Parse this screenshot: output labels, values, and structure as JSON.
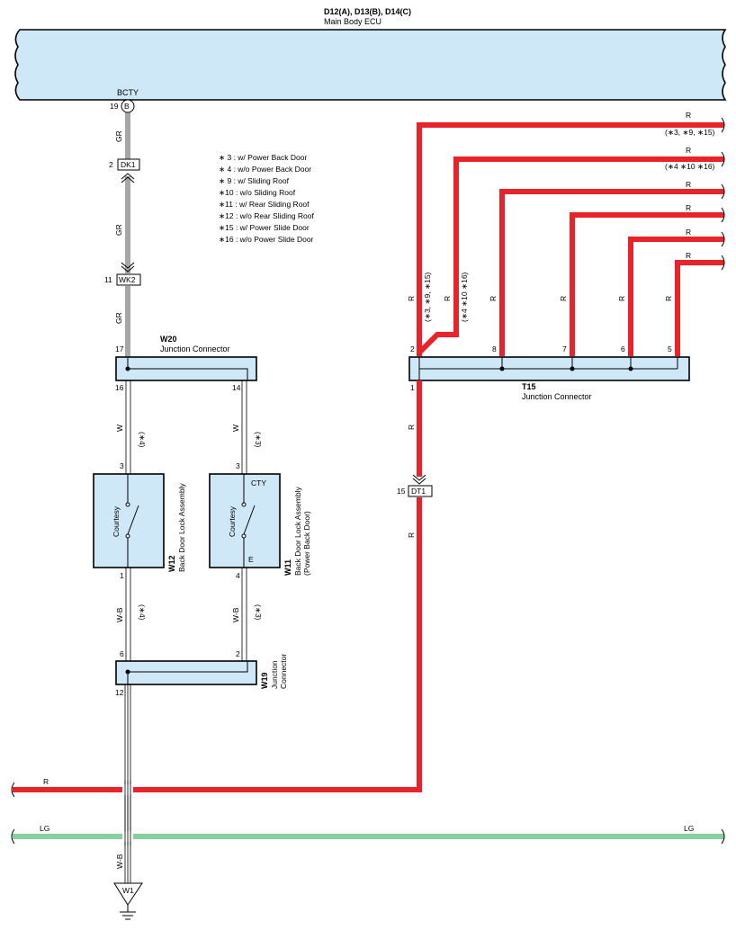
{
  "ecu": {
    "title": "D12(A), D13(B), D14(C)",
    "subtitle": "Main Body ECU",
    "terminal_name": "BCTY",
    "terminal_pin": "19",
    "terminal_letter": "B"
  },
  "connectors": {
    "dk1": {
      "pin": "2",
      "label": "DK1"
    },
    "wk2": {
      "pin": "11",
      "label": "WK2"
    },
    "dt1": {
      "pin": "15",
      "label": "DT1"
    },
    "w1": {
      "label": "W1"
    }
  },
  "wire_labels": {
    "gr": "GR",
    "w": "W",
    "wb": "W-B",
    "r": "R",
    "lg": "LG"
  },
  "legend": [
    "∗ 3 : w/ Power Back Door",
    "∗ 4 : w/o Power Back Door",
    "∗ 9 : w/ Sliding Roof",
    "∗10 : w/o Sliding Roof",
    "∗11 : w/ Rear Sliding Roof",
    "∗12 : w/o Rear Sliding Roof",
    "∗15 : w/ Power Slide Door",
    "∗16 : w/o Power Slide Door"
  ],
  "w20": {
    "id": "W20",
    "name": "Junction Connector",
    "pin_in": "17",
    "pin_left": "16",
    "pin_right": "14"
  },
  "t15": {
    "id": "T15",
    "name": "Junction Connector",
    "pin_bottom": "1",
    "pins_top": [
      "2",
      "8",
      "7",
      "6",
      "5"
    ]
  },
  "w19": {
    "id": "W19",
    "name_line1": "Junction",
    "name_line2": "Connector",
    "pin_left": "6",
    "pin_right": "2",
    "pin_bottom": "12"
  },
  "w12": {
    "id": "W12",
    "name": "Back Door Lock Assembly",
    "switch": "Courtesy",
    "pin_top": "3",
    "pin_bottom": "1",
    "cond": "(∗4)"
  },
  "w11": {
    "id": "W11",
    "name_line1": "Back Door Lock Assembly",
    "name_line2": "(Power Back Door)",
    "switch": "Courtesy",
    "term_top": "CTY",
    "term_bottom": "E",
    "pin_top": "3",
    "pin_bottom": "4",
    "cond": "(∗3)"
  },
  "right_wire_conditions": {
    "top1": "(∗3, ∗9, ∗15)",
    "top2": "(∗4 ∗10 ∗16)",
    "vert1": "(∗3, ∗9, ∗15)",
    "vert2": "(∗4 ∗10 ∗16)"
  }
}
